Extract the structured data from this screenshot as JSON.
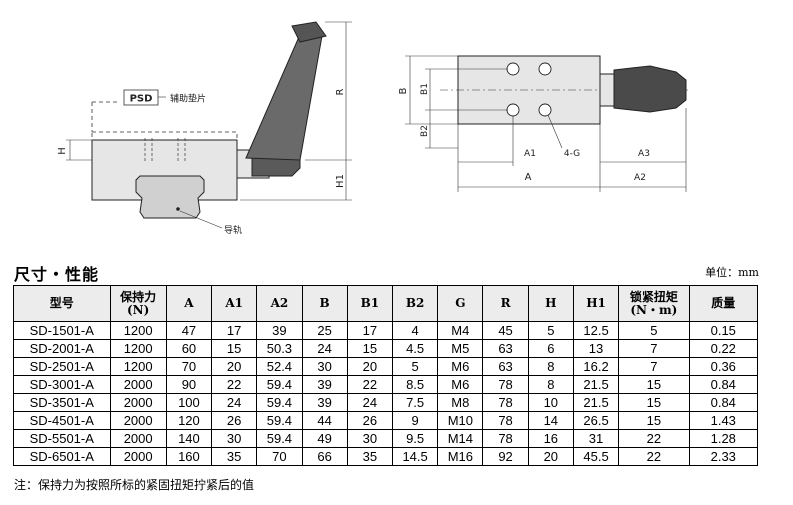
{
  "figure": {
    "psd_tag": "PSD",
    "psd_caption": "辅助垫片",
    "rail_caption": "导轨",
    "dims_left": {
      "H": "H",
      "R": "R",
      "H1": "H1"
    },
    "dims_right": {
      "B": "B",
      "B1": "B1",
      "B2": "B2",
      "A": "A",
      "A1": "A1",
      "A2": "A2",
      "A3": "A3",
      "hole": "4-G"
    }
  },
  "section": {
    "title": "尺寸・性能",
    "unit": "单位：mm"
  },
  "table": {
    "headers": [
      "型号",
      "保持力\n(N)",
      "A",
      "A1",
      "A2",
      "B",
      "B1",
      "B2",
      "G",
      "R",
      "H",
      "H1",
      "锁紧扭矩\n(N・m)",
      "质量"
    ],
    "rows": [
      [
        "SD-1501-A",
        "1200",
        "47",
        "17",
        "39",
        "25",
        "17",
        "4",
        "M4",
        "45",
        "5",
        "12.5",
        "5",
        "0.15"
      ],
      [
        "SD-2001-A",
        "1200",
        "60",
        "15",
        "50.3",
        "24",
        "15",
        "4.5",
        "M5",
        "63",
        "6",
        "13",
        "7",
        "0.22"
      ],
      [
        "SD-2501-A",
        "1200",
        "70",
        "20",
        "52.4",
        "30",
        "20",
        "5",
        "M6",
        "63",
        "8",
        "16.2",
        "7",
        "0.36"
      ],
      [
        "SD-3001-A",
        "2000",
        "90",
        "22",
        "59.4",
        "39",
        "22",
        "8.5",
        "M6",
        "78",
        "8",
        "21.5",
        "15",
        "0.84"
      ],
      [
        "SD-3501-A",
        "2000",
        "100",
        "24",
        "59.4",
        "39",
        "24",
        "7.5",
        "M8",
        "78",
        "10",
        "21.5",
        "15",
        "0.84"
      ],
      [
        "SD-4501-A",
        "2000",
        "120",
        "26",
        "59.4",
        "44",
        "26",
        "9",
        "M10",
        "78",
        "14",
        "26.5",
        "15",
        "1.43"
      ],
      [
        "SD-5501-A",
        "2000",
        "140",
        "30",
        "59.4",
        "49",
        "30",
        "9.5",
        "M14",
        "78",
        "16",
        "31",
        "22",
        "1.28"
      ],
      [
        "SD-6501-A",
        "2000",
        "160",
        "35",
        "70",
        "66",
        "35",
        "14.5",
        "M16",
        "92",
        "20",
        "45.5",
        "22",
        "2.33"
      ]
    ]
  },
  "note": "注：保持力为按照所标的紧固扭矩拧紧后的值"
}
